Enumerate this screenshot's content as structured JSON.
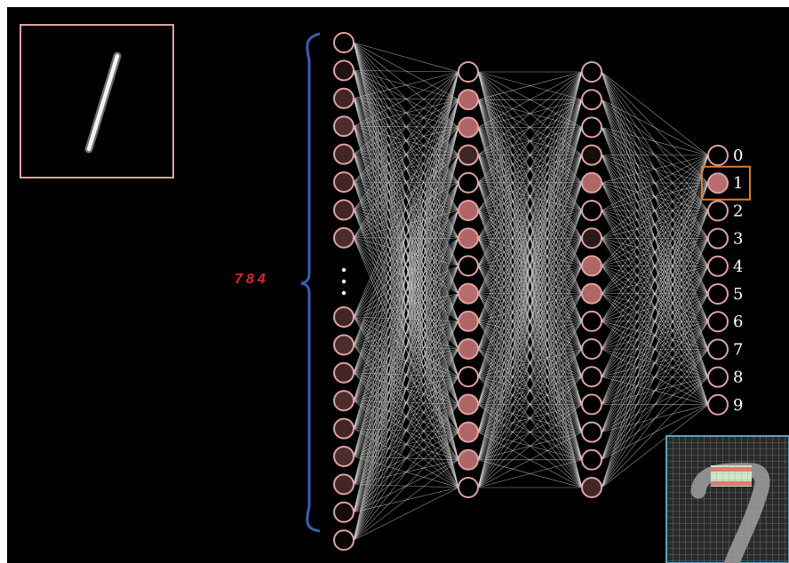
{
  "input_size_label": "784",
  "output_labels": [
    "0",
    "1",
    "2",
    "3",
    "4",
    "5",
    "6",
    "7",
    "8",
    "9"
  ],
  "predicted_digit_index": 1,
  "colors": {
    "background": "#000000",
    "edge": "#d8d8d8",
    "node_stroke": "#e0a2a2",
    "active_fill": "#d98080",
    "brace": "#3a5bb8",
    "count_label": "#e3232a",
    "highlight_box": "#e07a3a",
    "input_frame": "#e0a2a2",
    "inset_frame": "#4fa3c8"
  },
  "network": {
    "input_top_activations": [
      0.0,
      0.15,
      0.3,
      0.35,
      0.3,
      0.3,
      0.3,
      0.35
    ],
    "input_bottom_activations": [
      0.3,
      0.35,
      0.3,
      0.35,
      0.3,
      0.35,
      0.3,
      0.1,
      0.05
    ],
    "hidden1_activations": [
      0.0,
      0.8,
      0.8,
      0.3,
      0.0,
      0.8,
      0.8,
      0.0,
      0.85,
      0.8,
      0.8,
      0.0,
      0.8,
      0.8,
      0.8,
      0.0
    ],
    "hidden2_activations": [
      0.0,
      0.0,
      0.0,
      0.1,
      0.8,
      0.0,
      0.2,
      0.8,
      0.8,
      0.0,
      0.0,
      0.0,
      0.0,
      0.0,
      0.0,
      0.3
    ],
    "output_activations": [
      0.0,
      0.85,
      0.0,
      0.0,
      0.0,
      0.0,
      0.0,
      0.0,
      0.0,
      0.0
    ]
  },
  "input_image": {
    "icon": "handwritten-digit-one"
  },
  "inset_image": {
    "icon": "handwritten-digit-seven-with-highlighted-stroke"
  }
}
